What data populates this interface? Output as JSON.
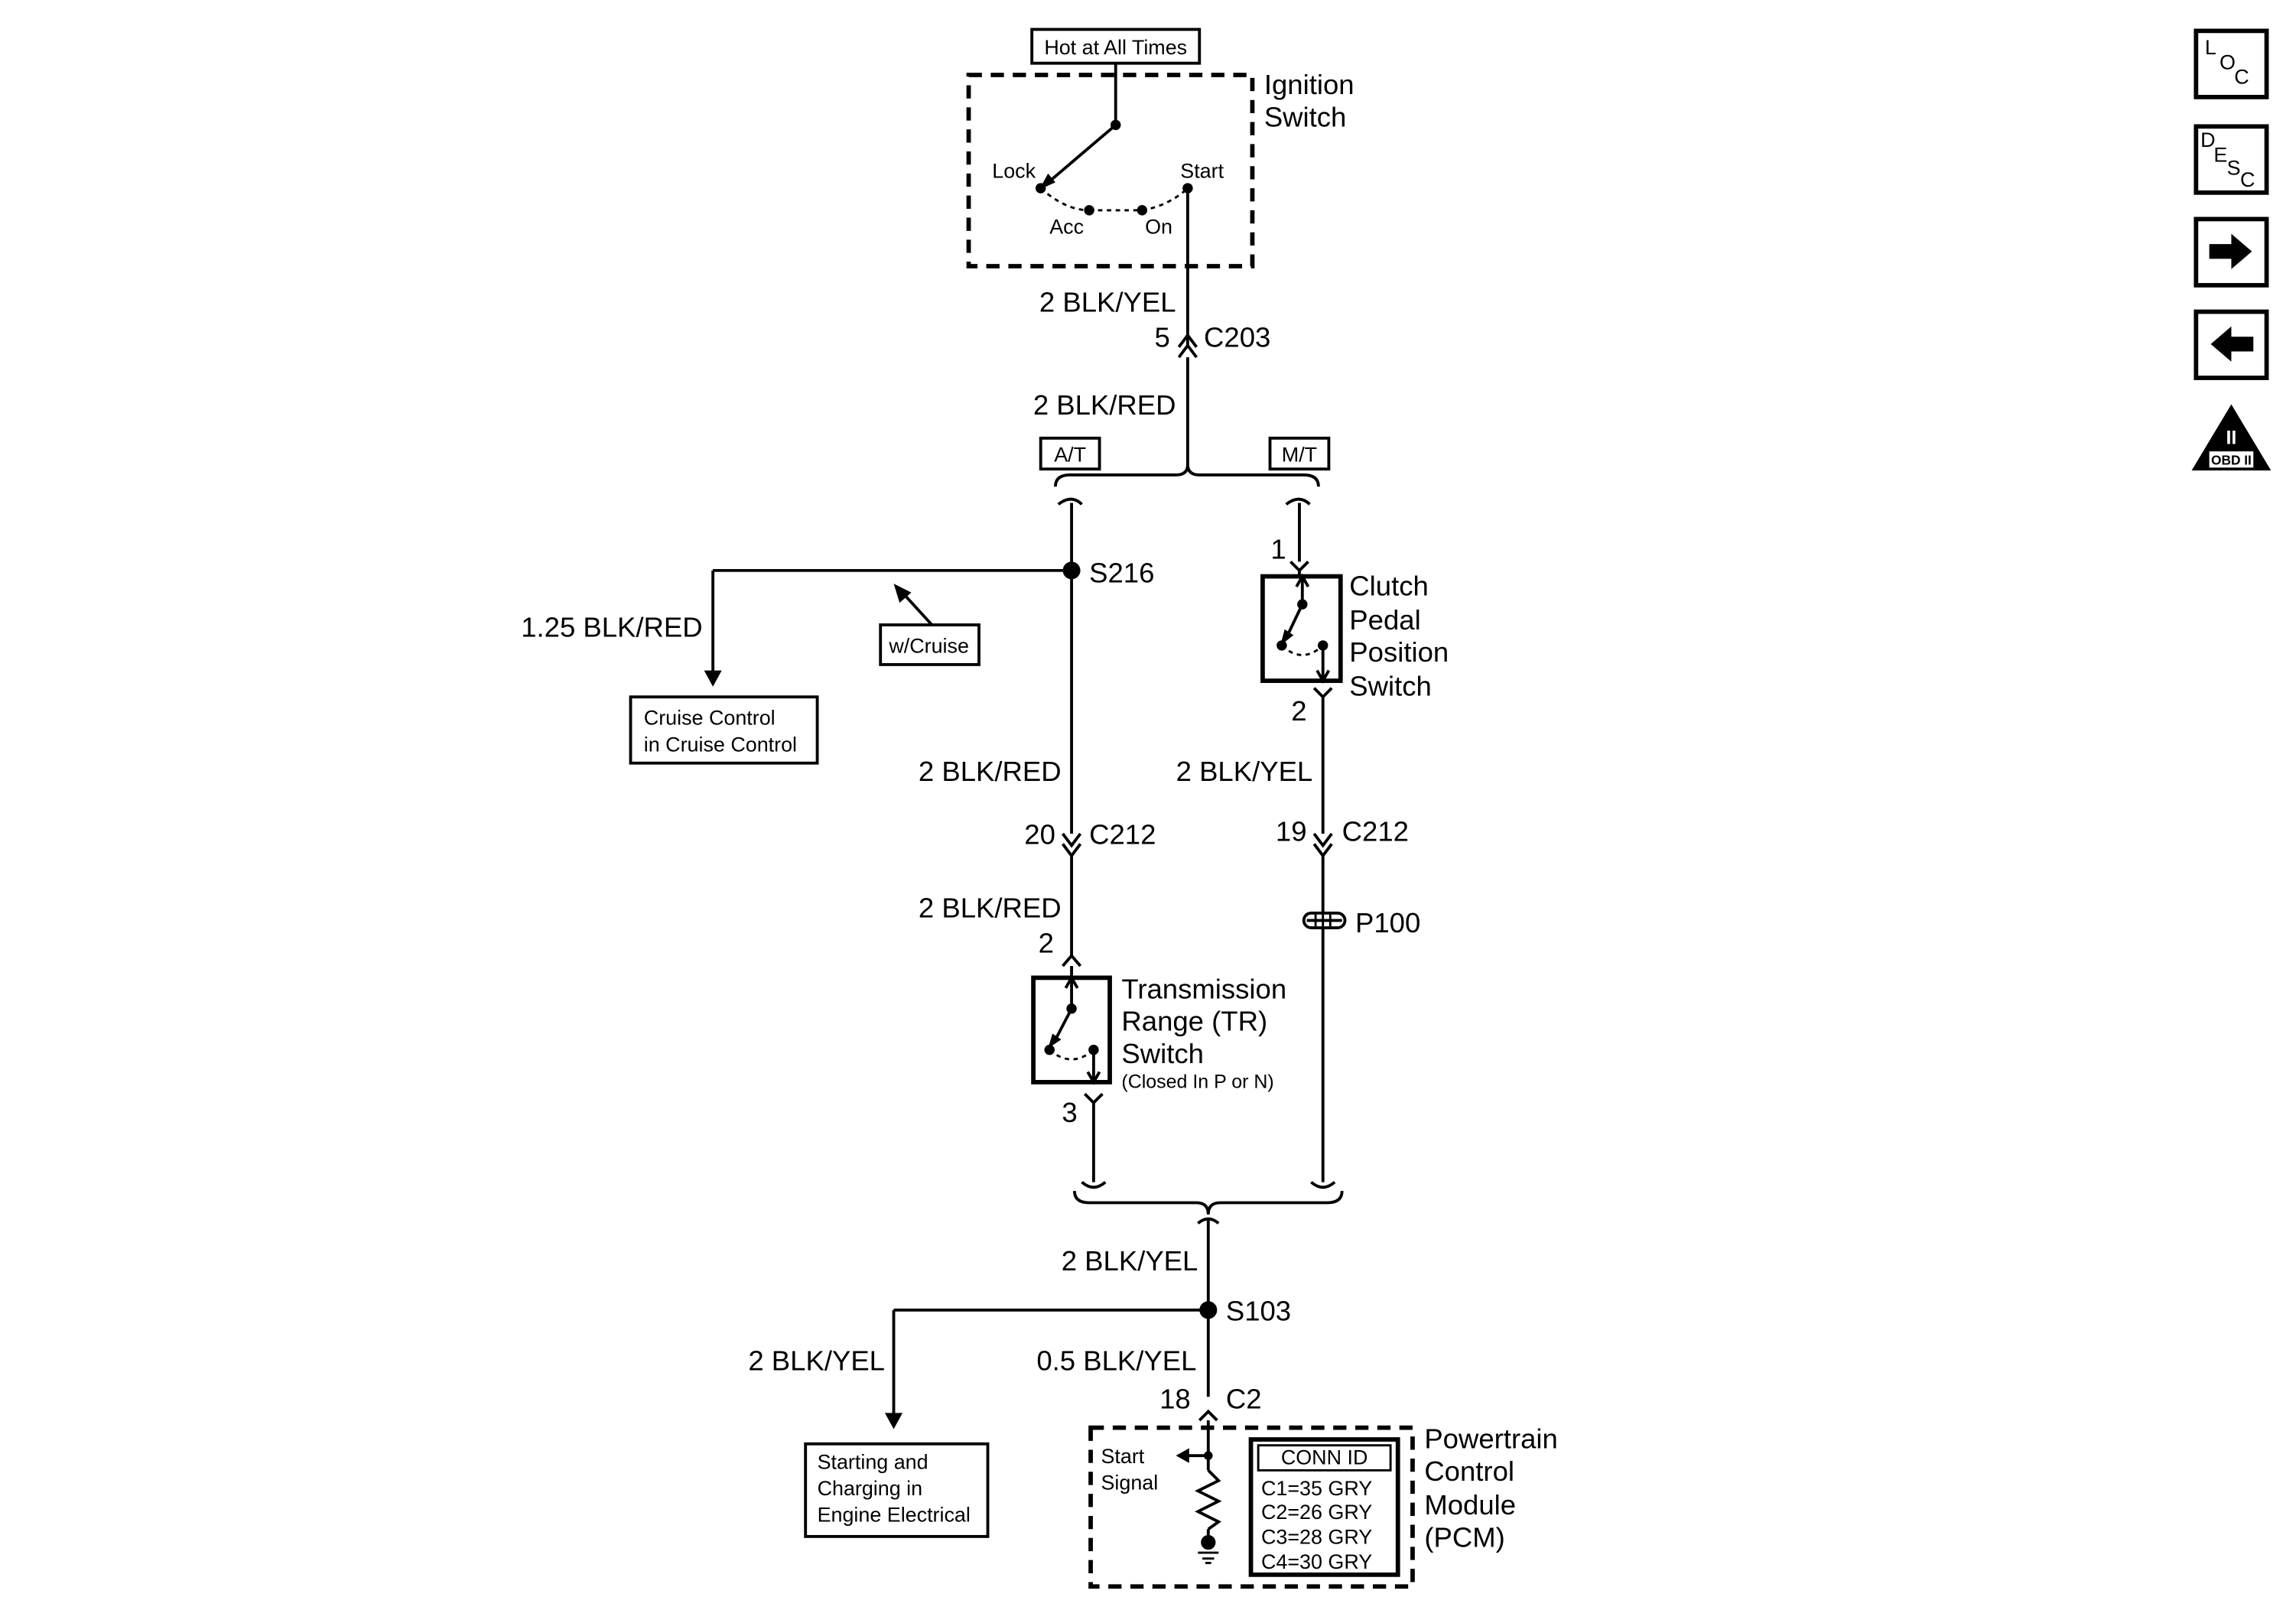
{
  "ignition": {
    "hot_label": "Hot at All Times",
    "title_line1": "Ignition",
    "title_line2": "Switch",
    "pos_lock": "Lock",
    "pos_start": "Start",
    "pos_acc": "Acc",
    "pos_on": "On"
  },
  "wires": {
    "blk_yel_top": "2 BLK/YEL",
    "pin_5": "5",
    "c203": "C203",
    "blk_red_top": "2 BLK/RED",
    "at_label": "A/T",
    "mt_label": "M/T",
    "s216": "S216",
    "cruise_wire": "1.25 BLK/RED",
    "w_cruise": "w/Cruise",
    "blk_red_mid": "2 BLK/RED",
    "blk_yel_mid": "2 BLK/YEL",
    "pin_20": "20",
    "c212_left": "C212",
    "pin_19": "19",
    "c212_right": "C212",
    "p100": "P100",
    "blk_red_low": "2 BLK/RED",
    "pin_2_tr": "2",
    "pin_3_tr": "3",
    "blk_yel_low": "2 BLK/YEL",
    "s103": "S103",
    "start_charge_wire": "2 BLK/YEL",
    "pcm_wire": "0.5 BLK/YEL",
    "pin_18": "18",
    "c2": "C2"
  },
  "cruise_box": {
    "line1": "Cruise Control",
    "line2": "in Cruise Control"
  },
  "clutch": {
    "pin_1": "1",
    "pin_2": "2",
    "line1": "Clutch",
    "line2": "Pedal",
    "line3": "Position",
    "line4": "Switch"
  },
  "tr_switch": {
    "line1": "Transmission",
    "line2": "Range (TR)",
    "line3": "Switch",
    "note": "(Closed In P or N)"
  },
  "starting_box": {
    "line1": "Starting and",
    "line2": "Charging in",
    "line3": "Engine Electrical"
  },
  "pcm": {
    "start_signal_1": "Start",
    "start_signal_2": "Signal",
    "conn_id_header": "CONN ID",
    "conn_rows": [
      "C1=35 GRY",
      "C2=26 GRY",
      "C3=28 GRY",
      "C4=30 GRY"
    ],
    "title_line1": "Powertrain",
    "title_line2": "Control",
    "title_line3": "Module",
    "title_line4": "(PCM)"
  },
  "nav": {
    "loc": {
      "l1": "L",
      "l2": "O",
      "l3": "C"
    },
    "desc": {
      "l1": "D",
      "l2": "E",
      "l3": "S",
      "l4": "C"
    },
    "obd_top": "II",
    "obd_bottom": "OBD II"
  }
}
